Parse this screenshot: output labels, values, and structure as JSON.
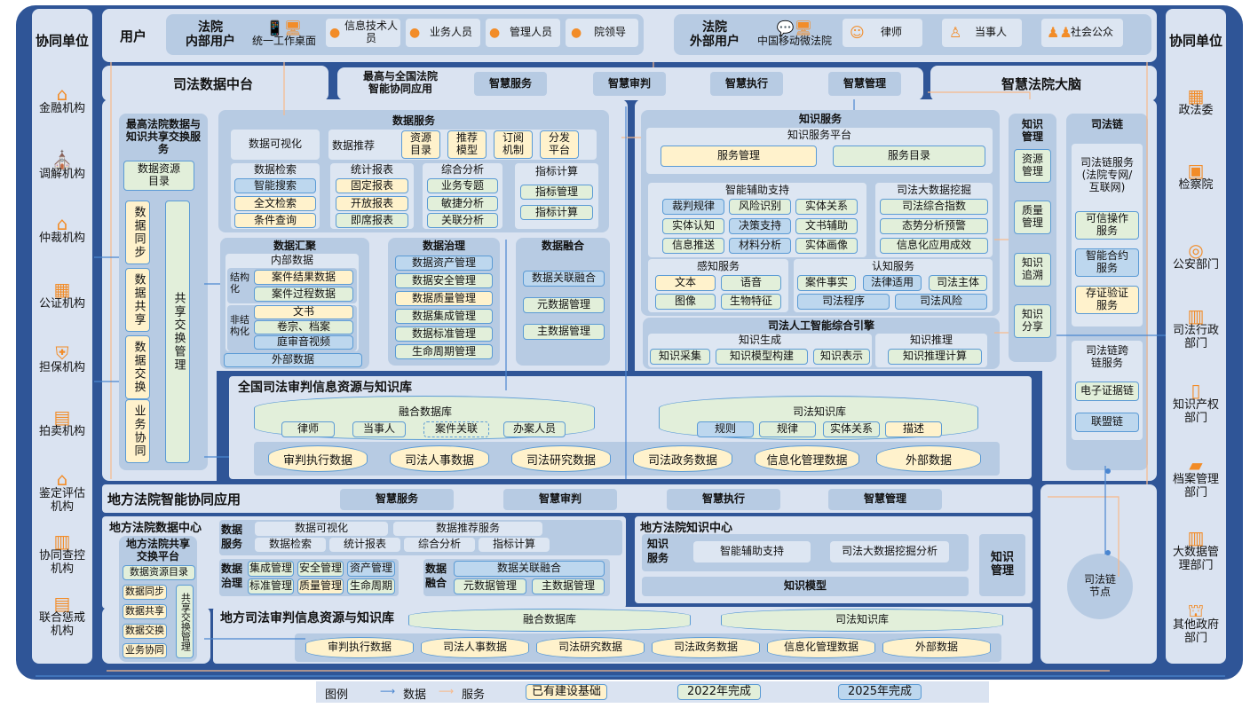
{
  "left_partners": {
    "title": "协同单位",
    "items": [
      {
        "label": "金融机构",
        "icon": "bank-dollar-icon"
      },
      {
        "label": "调解机构",
        "icon": "mediation-icon"
      },
      {
        "label": "仲裁机构",
        "icon": "arbitration-icon"
      },
      {
        "label": "公证机构",
        "icon": "notary-icon"
      },
      {
        "label": "担保机构",
        "icon": "guarantee-icon"
      },
      {
        "label": "拍卖机构",
        "icon": "auction-icon"
      },
      {
        "label": "鉴定评估机构",
        "icon": "appraisal-icon"
      },
      {
        "label": "协同查控机构",
        "icon": "inspection-icon"
      },
      {
        "label": "联合惩戒机构",
        "icon": "discipline-icon"
      }
    ]
  },
  "right_partners": {
    "title": "协同单位",
    "items": [
      {
        "label": "政法委",
        "icon": "building-icon"
      },
      {
        "label": "检察院",
        "icon": "procuratorate-icon"
      },
      {
        "label": "公安部门",
        "icon": "police-badge-icon"
      },
      {
        "label": "司法行政部门",
        "icon": "office-building-icon"
      },
      {
        "label": "知识产权部门",
        "icon": "ip-document-icon"
      },
      {
        "label": "档案管理部门",
        "icon": "archive-folder-icon"
      },
      {
        "label": "大数据管理部门",
        "icon": "bigdata-building-icon"
      },
      {
        "label": "其他政府部门",
        "icon": "government-icon"
      }
    ]
  },
  "users": {
    "title": "用户",
    "internal": {
      "title_line1": "法院",
      "title_line2": "内部用户",
      "desk": "统一工作桌面",
      "roles": [
        "信息技术人员",
        "业务人员",
        "管理人员",
        "院领导"
      ]
    },
    "external": {
      "title_line1": "法院",
      "title_line2": "外部用户",
      "channel": "中国移动微法院",
      "roles": [
        "律师",
        "当事人",
        "社会公众"
      ]
    }
  },
  "national_apps": {
    "title_line1": "最高与全国法院",
    "title_line2": "智能协同应用",
    "items": [
      "智慧服务",
      "智慧审判",
      "智慧执行",
      "智慧管理"
    ]
  },
  "data_platform": {
    "title": "司法数据中台",
    "exchange": {
      "title": "最高法院数据与知识共享交换服务",
      "catalog": "数据资源目录",
      "items": [
        "数据同步",
        "数据共享",
        "数据交换",
        "业务协同"
      ],
      "mgmt": "共享交换管理"
    },
    "data_service": {
      "title": "数据服务",
      "visual": "数据可视化",
      "recommend": "数据推荐",
      "rec_items": [
        "资源目录",
        "推荐模型",
        "订阅机制",
        "分发平台"
      ],
      "search": {
        "title": "数据检索",
        "items": [
          "智能搜索",
          "全文检索",
          "条件查询"
        ]
      },
      "report": {
        "title": "统计报表",
        "items": [
          "固定报表",
          "开放报表",
          "即席报表"
        ]
      },
      "analysis": {
        "title": "综合分析",
        "items": [
          "业务专题",
          "敏捷分析",
          "关联分析"
        ]
      },
      "index": {
        "title": "指标计算",
        "items": [
          "指标管理",
          "指标计算"
        ]
      }
    },
    "aggregation": {
      "title": "数据汇聚",
      "internal": "内部数据",
      "structured": "结构化",
      "structured_items": [
        "案件结果数据",
        "案件过程数据"
      ],
      "unstructured": "非结构化",
      "unstructured_items": [
        "文书",
        "卷宗、档案",
        "庭审音视频"
      ],
      "external": "外部数据"
    },
    "governance": {
      "title": "数据治理",
      "items": [
        "数据资产管理",
        "数据安全管理",
        "数据质量管理",
        "数据集成管理",
        "数据标准管理",
        "生命周期管理"
      ]
    },
    "fusion": {
      "title": "数据融合",
      "items": [
        "数据关联融合",
        "元数据管理",
        "主数据管理"
      ]
    }
  },
  "brain": {
    "title": "智慧法院大脑",
    "knowledge_service": {
      "title": "知识服务",
      "platform": "知识服务平台",
      "platform_items": [
        "服务管理",
        "服务目录"
      ],
      "assist": {
        "title": "智能辅助支持",
        "items": [
          "裁判规律",
          "风险识别",
          "实体关系",
          "实体认知",
          "决策支持",
          "文书辅助",
          "信息推送",
          "材料分析",
          "实体画像"
        ]
      },
      "mining": {
        "title": "司法大数据挖掘",
        "items": [
          "司法综合指数",
          "态势分析预警",
          "信息化应用成效"
        ]
      },
      "perception": {
        "title": "感知服务",
        "items": [
          "文本",
          "语音",
          "图像",
          "生物特征"
        ]
      },
      "cognition": {
        "title": "认知服务",
        "items": [
          "案件事实",
          "法律适用",
          "司法主体",
          "司法程序",
          "司法风险"
        ]
      }
    },
    "ai_engine": {
      "title": "司法人工智能综合引擎",
      "gen_title": "知识生成",
      "gen_items": [
        "知识采集",
        "知识模型构建",
        "知识表示"
      ],
      "reason_title": "知识推理",
      "reason_items": [
        "知识推理计算"
      ]
    },
    "km": {
      "title": "知识管理",
      "items": [
        "资源管理",
        "质量管理",
        "知识追溯",
        "知识分享"
      ]
    },
    "chain": {
      "title": "司法链",
      "service": "司法链服务(法院专网/互联网)",
      "service_items": [
        "可信操作服务",
        "智能合约服务",
        "存证验证服务"
      ],
      "cross": "司法链跨链服务",
      "cross_items": [
        "电子证据链",
        "联盟链"
      ],
      "node": "司法链节点"
    }
  },
  "national_repo": {
    "title": "全国司法审判信息资源与知识库",
    "fusion_db": "融合数据库",
    "fusion_items": [
      "律师",
      "当事人",
      "案件关联",
      "办案人员"
    ],
    "knowledge_db": "司法知识库",
    "knowledge_items": [
      "规则",
      "规律",
      "实体关系",
      "描述"
    ],
    "data": [
      "审判执行数据",
      "司法人事数据",
      "司法研究数据",
      "司法政务数据",
      "信息化管理数据",
      "外部数据"
    ]
  },
  "local_apps": {
    "title": "地方法院智能协同应用",
    "items": [
      "智慧服务",
      "智慧审判",
      "智慧执行",
      "智慧管理"
    ]
  },
  "local_data": {
    "title": "地方法院数据中心",
    "platform_title": "地方法院共享交换平台",
    "catalog": "数据资源目录",
    "items": [
      "数据同步",
      "数据共享",
      "数据交换",
      "业务协同"
    ],
    "mgmt": "共享交换管理",
    "service_label": "数据服务",
    "service_row1": [
      "数据可视化",
      "数据推荐服务"
    ],
    "service_row2": [
      "数据检索",
      "统计报表",
      "综合分析",
      "指标计算"
    ],
    "gov_label": "数据治理",
    "gov_items": [
      "集成管理",
      "安全管理",
      "资产管理",
      "标准管理",
      "质量管理",
      "生命周期"
    ],
    "fusion_label": "数据融合",
    "fusion_items": [
      "数据关联融合",
      "元数据管理",
      "主数据管理"
    ]
  },
  "local_knowledge": {
    "title": "地方法院知识中心",
    "service_label": "知识服务",
    "items": [
      "智能辅助支持",
      "司法大数据挖掘分析"
    ],
    "model": "知识模型",
    "km": "知识管理"
  },
  "local_repo": {
    "title": "地方司法审判信息资源与知识库",
    "fusion_db": "融合数据库",
    "knowledge_db": "司法知识库",
    "data": [
      "审判执行数据",
      "司法人事数据",
      "司法研究数据",
      "司法政务数据",
      "信息化管理数据",
      "外部数据"
    ]
  },
  "legend": {
    "title": "图例",
    "data": "数据",
    "service": "服务",
    "existing": "已有建设基础",
    "y2022": "2022年完成",
    "y2025": "2025年完成",
    "colors": {
      "data_arrow": "#4a86d0",
      "service_arrow": "#f8b98a",
      "existing": "#fff2cc",
      "y2022": "#e2efda",
      "y2025": "#bdd7ee",
      "frame": "#2f5597"
    }
  }
}
